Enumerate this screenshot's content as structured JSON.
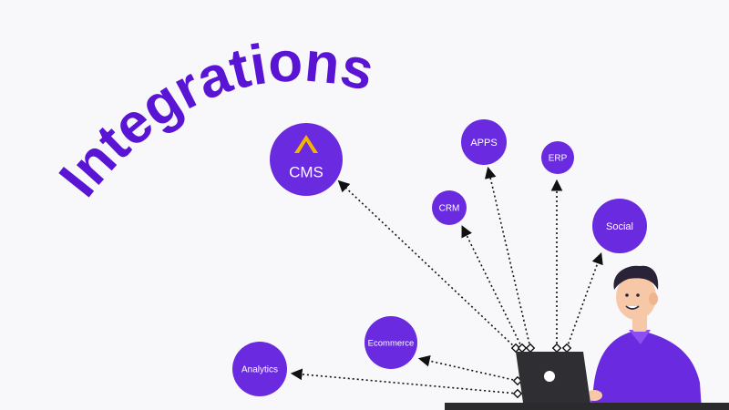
{
  "title": "Integrations",
  "colors": {
    "background": "#f8f8fb",
    "accent": "#6a2adf",
    "title": "#5a14d4",
    "cms_logo": "#f4b400",
    "laptop": "#2f2f33",
    "desk": "#2b2b2e",
    "shirt": "#6a2adf",
    "hair": "#2a2338",
    "skin": "#f6c8a8"
  },
  "nodes": {
    "cms": {
      "label": "CMS",
      "icon": "triangle-logo-icon"
    },
    "apps": {
      "label": "APPS"
    },
    "erp": {
      "label": "ERP"
    },
    "crm": {
      "label": "CRM"
    },
    "social": {
      "label": "Social"
    },
    "ecommerce": {
      "label": "Ecommerce"
    },
    "analytics": {
      "label": "Analytics"
    }
  }
}
